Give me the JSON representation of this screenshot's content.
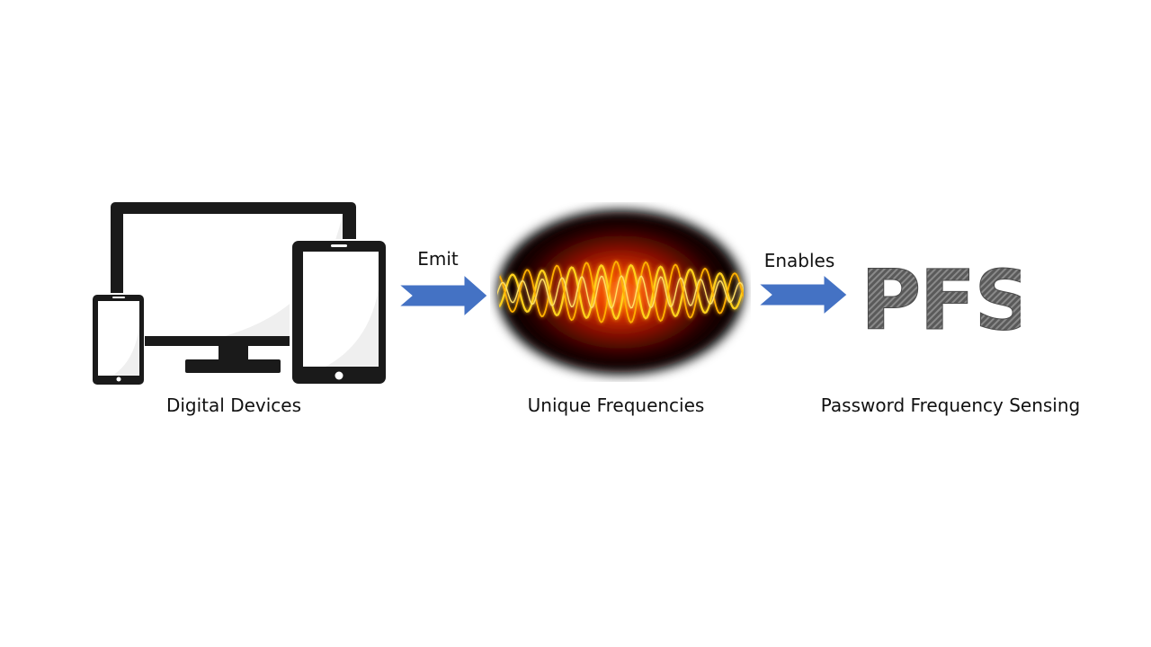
{
  "nodes": [
    {
      "id": "devices",
      "caption": "Digital Devices"
    },
    {
      "id": "frequencies",
      "caption": "Unique Frequencies"
    },
    {
      "id": "pfs",
      "word": "PFS",
      "caption": "Password Frequency Sensing"
    }
  ],
  "arrows": [
    {
      "from": "devices",
      "to": "frequencies",
      "label": "Emit"
    },
    {
      "from": "frequencies",
      "to": "pfs",
      "label": "Enables"
    }
  ],
  "colors": {
    "device_body": "#1a1a1a",
    "device_screen": "#ffffff",
    "screen_glare": "#efefef",
    "arrow_fill": "#4472c4",
    "wave": "#ffd21f",
    "glow_core": "#ff6a00",
    "glow_outer": "#000000",
    "pfs_text": "#5a5a5a"
  },
  "icons": [
    "desktop-monitor-icon",
    "smartphone-icon",
    "tablet-icon",
    "frequency-wave-icon"
  ]
}
